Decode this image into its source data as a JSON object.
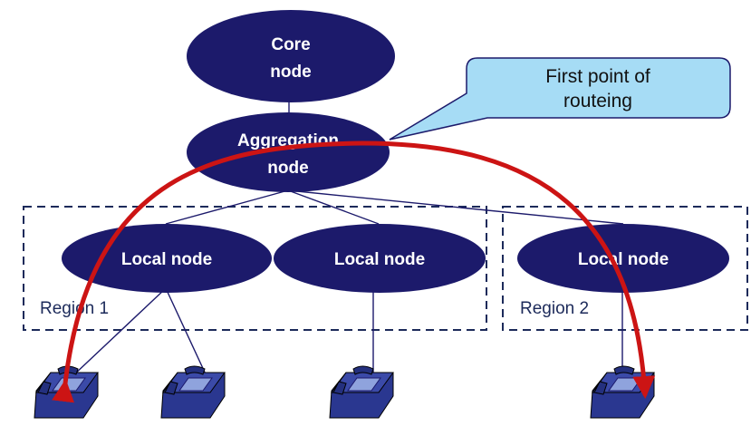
{
  "colors": {
    "node_fill": "#1c1a6b",
    "link": "#1c1a6b",
    "route_arrow": "#cc1414",
    "callout_fill": "#a6dcf5",
    "region_border": "#1c2a5a",
    "phone_fill": "#2a3790",
    "phone_keypad": "#8fa3dd"
  },
  "nodes": {
    "core": {
      "line1": "Core",
      "line2": "node"
    },
    "aggregation": {
      "line1": "Aggregation",
      "line2": "node"
    },
    "local_1": {
      "label": "Local node"
    },
    "local_2": {
      "label": "Local node"
    },
    "local_3": {
      "label": "Local node"
    }
  },
  "regions": {
    "region_1": {
      "label": "Region 1"
    },
    "region_2": {
      "label": "Region 2"
    }
  },
  "callout": {
    "line1": "First point of",
    "line2": "routeing"
  },
  "icons": [
    "telephone-icon",
    "telephone-icon",
    "telephone-icon",
    "telephone-icon"
  ]
}
